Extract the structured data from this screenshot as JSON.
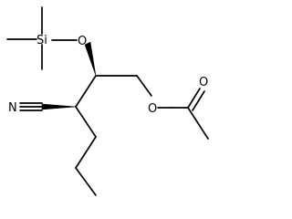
{
  "structure": {
    "atoms": {
      "silicon": "Si",
      "oxygen_ether": "O",
      "oxygen_ester": "O",
      "oxygen_carbonyl": "O",
      "nitrogen": "N"
    }
  }
}
